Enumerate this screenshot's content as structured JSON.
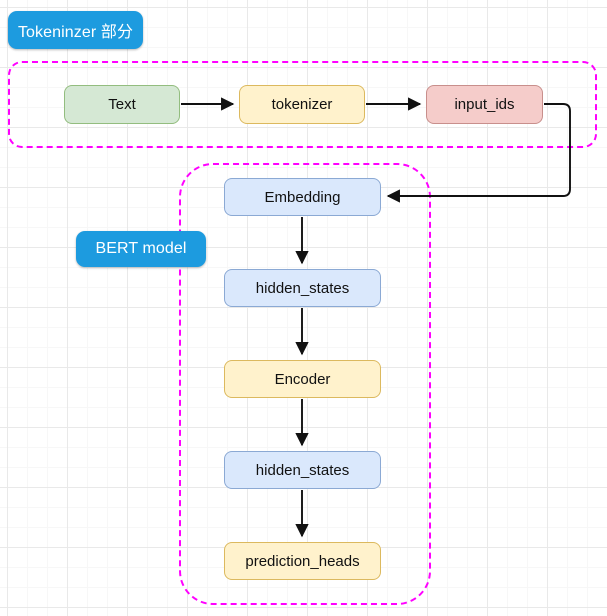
{
  "diagram": {
    "title_badges": [
      {
        "id": "tokenizer-group",
        "label": "Tokeninzer 部分",
        "color": "#1d9bdf"
      },
      {
        "id": "bert-group",
        "label": "BERT model",
        "color": "#1d9bdf"
      }
    ],
    "groups": [
      {
        "id": "tokenizer-group",
        "style": "dashed",
        "color": "#ff00ff"
      },
      {
        "id": "bert-group",
        "style": "dashed",
        "color": "#ff00ff"
      }
    ],
    "nodes": [
      {
        "id": "text",
        "label": "Text",
        "fill": "#d5e8d4",
        "stroke": "#93bd7f"
      },
      {
        "id": "tokenizer",
        "label": "tokenizer",
        "fill": "#fff2cc",
        "stroke": "#dcb95e"
      },
      {
        "id": "input_ids",
        "label": "input_ids",
        "fill": "#f5ccca",
        "stroke": "#c88f8c"
      },
      {
        "id": "embedding",
        "label": "Embedding",
        "fill": "#dae8fc",
        "stroke": "#8ba9d4"
      },
      {
        "id": "hidden_states_1",
        "label": "hidden_states",
        "fill": "#dae8fc",
        "stroke": "#8ba9d4"
      },
      {
        "id": "encoder",
        "label": "Encoder",
        "fill": "#fff2cc",
        "stroke": "#dcb95e"
      },
      {
        "id": "hidden_states_2",
        "label": "hidden_states",
        "fill": "#dae8fc",
        "stroke": "#8ba9d4"
      },
      {
        "id": "prediction_heads",
        "label": "prediction_heads",
        "fill": "#fff2cc",
        "stroke": "#dcb95e"
      }
    ],
    "edges": [
      {
        "from": "text",
        "to": "tokenizer",
        "label": ""
      },
      {
        "from": "tokenizer",
        "to": "input_ids",
        "label": ""
      },
      {
        "from": "input_ids",
        "to": "embedding",
        "label": ""
      },
      {
        "from": "embedding",
        "to": "hidden_states_1",
        "label": ""
      },
      {
        "from": "hidden_states_1",
        "to": "encoder",
        "label": ""
      },
      {
        "from": "encoder",
        "to": "hidden_states_2",
        "label": ""
      },
      {
        "from": "hidden_states_2",
        "to": "prediction_heads",
        "label": ""
      }
    ],
    "canvas": {
      "background": "#ffffff",
      "grid_color": "#e9e9e9"
    }
  }
}
